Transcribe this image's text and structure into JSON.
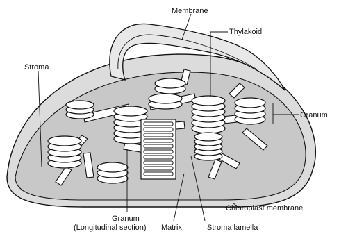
{
  "labels": {
    "membrane": "Membrane",
    "thylakoid": "Thylakoid",
    "stroma": "Stroma",
    "granum_right": "Granum",
    "granum_bottom_line1": "Granum",
    "granum_bottom_line2": "(Longitudinal section)",
    "matrix": "Matrix",
    "stroma_lamella": "Stroma lamella",
    "chloroplast_membrane": "Chloroplast membrane"
  },
  "colors": {
    "background": "#ffffff",
    "stroma_fill": "#c8c8c8",
    "membrane_fill": "#dcdcdc",
    "line": "#111111"
  }
}
